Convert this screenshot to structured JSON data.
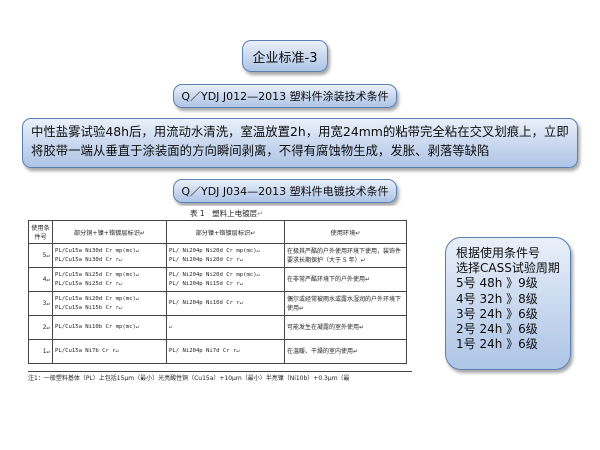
{
  "title": "企业标准-3",
  "standard_1": "Q／YDJ J012—2013 塑料件涂装技术条件",
  "description": "中性盐雾试验48h后，用流动水清洗，室温放置2h，用宽24mm的粘带完全粘在交叉划痕上，立即将胶带一端从垂直于涂装面的方向瞬间剥离，不得有腐蚀物生成，发胀、剥落等缺陷",
  "standard_2": "Q／YDJ J034—2013 塑料件电镀技术条件",
  "table_title": "表 1　塑料上电镀层",
  "table_title_mark": "↵",
  "table": {
    "headers": [
      "使用条件号",
      "部分铜+镍+铬镀层标识↵",
      "部分镍+铬镀层标识↵",
      "使用环境↵"
    ],
    "rows": [
      {
        "level": "5↵",
        "copper": [
          "PL/Cu15a Ni30d Cr mp(mc)↵",
          "PL/Cu15a Ni30d Cr r↵"
        ],
        "nickel": [
          "PL/ Ni204p Ni20d Cr mp(mc)↵",
          "PL/ Ni204p Ni20d Cr r↵"
        ],
        "env": "在极其严酷的户外使用环境下使用，装饰件要求长期保护（大于 5 年）↵"
      },
      {
        "level": "4↵",
        "copper": [
          "PL/Cu15a Ni25d Cr mp(mc)↵",
          "PL/Cu15a Ni25d Cr r↵"
        ],
        "nickel": [
          "PL/ Ni204p Ni20d Cr mp(mc)↵",
          "PL/ Ni204p Ni15d Cr r↵"
        ],
        "env": "在非常严酷环境下的户外使用↵"
      },
      {
        "level": "3↵",
        "copper": [
          "PL/Cu15a Ni20d Cr mp(mc)↵",
          "PL/Cu15a Ni15b Cr r↵"
        ],
        "nickel": [
          "PL/ Ni204p Ni10d Cr r↵"
        ],
        "env": "偶尔或经常被雨水或露水湿润的户外环境下使用↵"
      },
      {
        "level": "2↵",
        "copper": [
          "PL/Cu15a Ni10b Cr mp(mc)↵"
        ],
        "nickel": [
          "↵"
        ],
        "env": "可能发生在凝露的室外使用↵"
      },
      {
        "level": "1↵",
        "copper": [
          "PL/Cu15a Ni7b Cr r↵"
        ],
        "nickel": [
          "PL/ Ni204p Ni7d Cr r↵"
        ],
        "env": "在温暖、干燥的室内使用↵"
      }
    ],
    "note": "注1：一般塑料基体（PL）上包括15μm（最小）光亮酸性铜（Cu15a）+10μm（最小）半亮镍（Ni10b）+0.3μm（最"
  },
  "cass": {
    "heading_1": "根据使用条件号",
    "heading_2": "选择CASS试验周期",
    "items": [
      "5号 48h 》9级",
      "4号 32h 》8级",
      "3号 24h 》6级",
      "2号 24h 》6级",
      "1号 24h 》6级"
    ]
  }
}
